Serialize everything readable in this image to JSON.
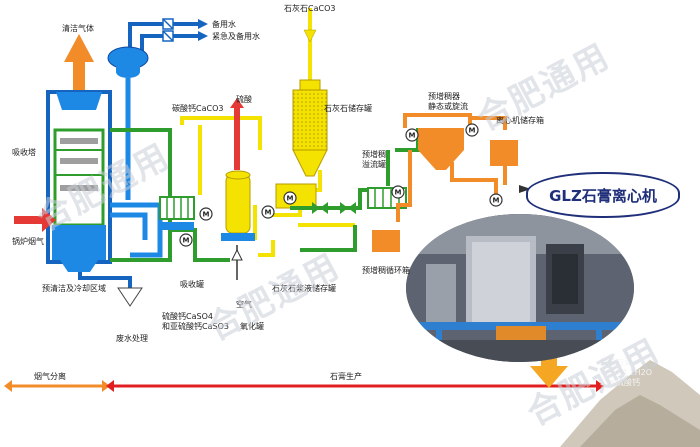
{
  "diagram": {
    "labels": {
      "clean_gas": "清洁气体",
      "backup_water": "备用水",
      "emergency_backup_water": "紧急及备用水",
      "limestone_top": "石灰石CaCO3",
      "carbonate_calcium": "碳酸钙CaCO3",
      "sulfuric_acid": "硫酸",
      "absorber": "吸收塔",
      "boiler_flue_gas": "锅炉烟气",
      "prewash_cooling": "预清洁及冷却区域",
      "limestone_storage": "石灰石储存罐",
      "limestone_slurry_tank": "石灰石浆液储存罐",
      "absorption_tank": "吸收罐",
      "oxidation_tank": "氧化罐",
      "air": "空气",
      "sulfate_sulfite": "硫酸钙CaSO4\n和亚硫酸钙CaSO3",
      "wastewater": "废水处理",
      "pre_thickener_overflow": "预增稠\n溢流罐",
      "pre_thickener_static": "预增稠器\n静态或旋流",
      "centrifuge_storage": "离心机储存箱",
      "pre_thickener_circulation": "预增稠循环箱",
      "gypsum_product": "脱硫石膏\nCaSO4 2H2O\n二水硫酸钙"
    },
    "title": "GLZ石膏离心机",
    "bottom_bar": {
      "flue_gas_separation": "烟气分离",
      "gypsum_production": "石膏生产"
    },
    "pump_symbol": "M",
    "watermark": "合肥通用",
    "colors": {
      "gas_blue": "#1e88e5",
      "water_blue": "#1565c0",
      "limestone_yellow": "#f4e300",
      "slurry_green": "#2e9d2e",
      "gypsum_orange": "#f28c28",
      "acid_red": "#e53935",
      "bar_orange": "#f28c28",
      "bar_red": "#e02020",
      "title_navy": "#1f2f7a"
    }
  }
}
